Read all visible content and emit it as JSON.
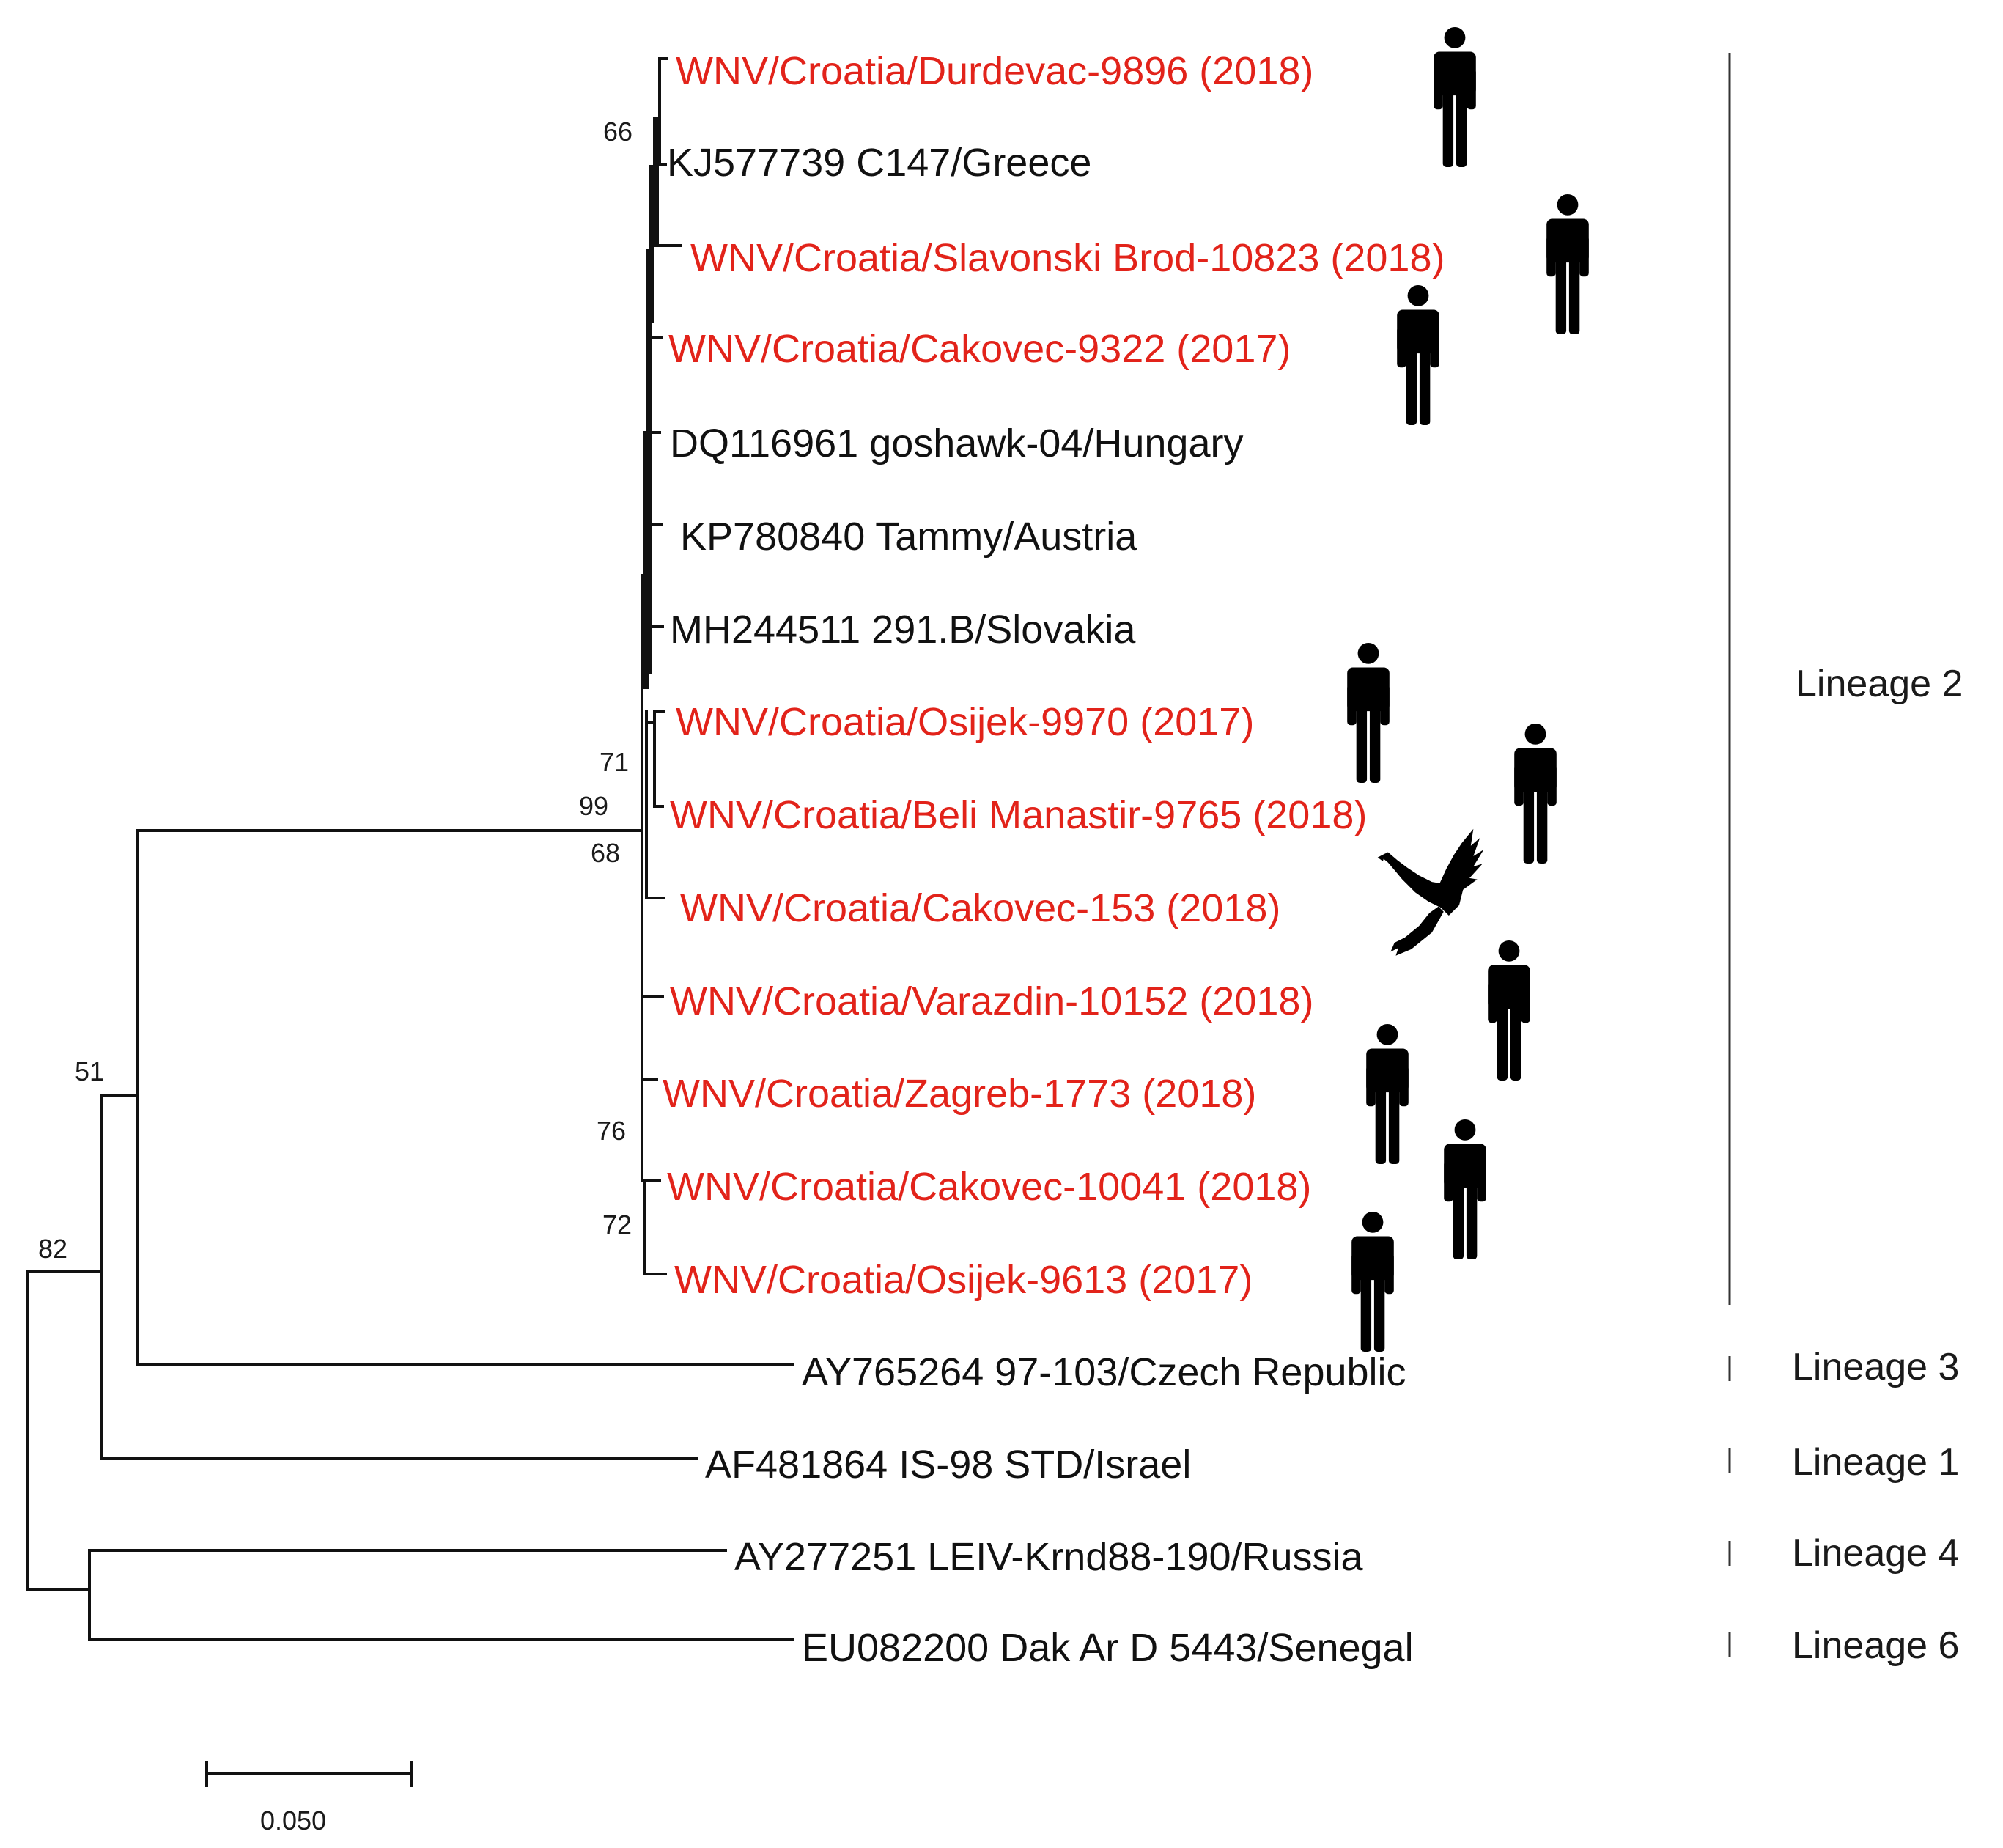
{
  "colors": {
    "croatian": "#e2231a",
    "reference": "#111111",
    "branch": "#111111"
  },
  "taxa": [
    {
      "id": "t1",
      "label": "WNV/Croatia/Durdevac-9896 (2018)",
      "croatian": true,
      "host": "human-icon"
    },
    {
      "id": "t2",
      "label": "KJ577739 C147/Greece",
      "croatian": false
    },
    {
      "id": "t3",
      "label": "WNV/Croatia/Slavonski Brod-10823 (2018)",
      "croatian": true,
      "host": "human-icon"
    },
    {
      "id": "t4",
      "label": "WNV/Croatia/Cakovec-9322 (2017)",
      "croatian": true,
      "host": "human-icon"
    },
    {
      "id": "t5",
      "label": "DQ116961 goshawk-04/Hungary",
      "croatian": false
    },
    {
      "id": "t6",
      "label": "KP780840 Tammy/Austria",
      "croatian": false
    },
    {
      "id": "t7",
      "label": "MH244511 291.B/Slovakia",
      "croatian": false
    },
    {
      "id": "t8",
      "label": "WNV/Croatia/Osijek-9970 (2017)",
      "croatian": true,
      "host": "human-icon"
    },
    {
      "id": "t9",
      "label": "WNV/Croatia/Beli Manastir-9765 (2018)",
      "croatian": true,
      "host": "human-icon"
    },
    {
      "id": "t10",
      "label": "WNV/Croatia/Cakovec-153 (2018)",
      "croatian": true,
      "host": "bird-of-prey-icon"
    },
    {
      "id": "t11",
      "label": "WNV/Croatia/Varazdin-10152 (2018)",
      "croatian": true,
      "host": "human-icon"
    },
    {
      "id": "t12",
      "label": "WNV/Croatia/Zagreb-1773 (2018)",
      "croatian": true,
      "host": "human-icon"
    },
    {
      "id": "t13",
      "label": "WNV/Croatia/Cakovec-10041 (2018)",
      "croatian": true,
      "host": "human-icon"
    },
    {
      "id": "t14",
      "label": "WNV/Croatia/Osijek-9613 (2017)",
      "croatian": true,
      "host": "human-icon"
    },
    {
      "id": "t15",
      "label": "AY765264 97-103/Czech Republic",
      "croatian": false
    },
    {
      "id": "t16",
      "label": "AF481864 IS-98 STD/Israel",
      "croatian": false
    },
    {
      "id": "t17",
      "label": "AY277251 LEIV-Krnd88-190/Russia",
      "croatian": false
    },
    {
      "id": "t18",
      "label": "EU082200 Dak Ar D 5443/Senegal",
      "croatian": false
    }
  ],
  "bootstrap_values": [
    "66",
    "71",
    "99",
    "68",
    "76",
    "72",
    "51",
    "82"
  ],
  "lineages": [
    "Lineage 2",
    "Lineage 3",
    "Lineage 1",
    "Lineage 4",
    "Lineage 6"
  ],
  "scale_bar": {
    "value": 0.05,
    "label": "0.050"
  }
}
